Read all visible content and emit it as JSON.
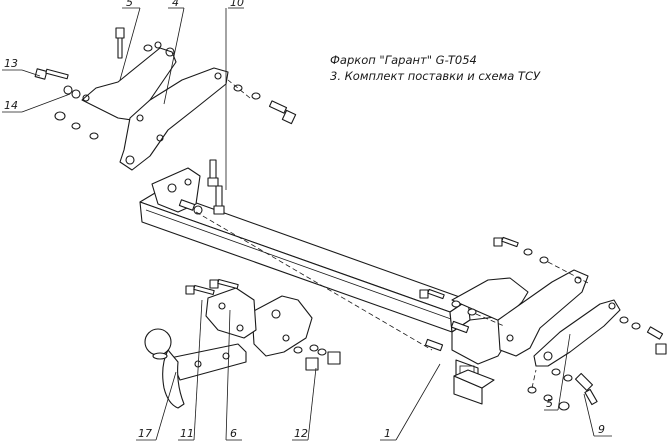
{
  "title": {
    "line1": "Фаркоп \"Гарант\" G-T054",
    "line2": "3. Комплект поставки и схема ТСУ"
  },
  "callouts": [
    {
      "id": "c5top",
      "label": "5"
    },
    {
      "id": "c4",
      "label": "4"
    },
    {
      "id": "c10",
      "label": "10"
    },
    {
      "id": "c13",
      "label": "13"
    },
    {
      "id": "c14",
      "label": "14"
    },
    {
      "id": "c17",
      "label": "17"
    },
    {
      "id": "c11",
      "label": "11"
    },
    {
      "id": "c6",
      "label": "6"
    },
    {
      "id": "c12",
      "label": "12"
    },
    {
      "id": "c1",
      "label": "1"
    },
    {
      "id": "c5bot",
      "label": "5"
    },
    {
      "id": "c9",
      "label": "9"
    }
  ]
}
